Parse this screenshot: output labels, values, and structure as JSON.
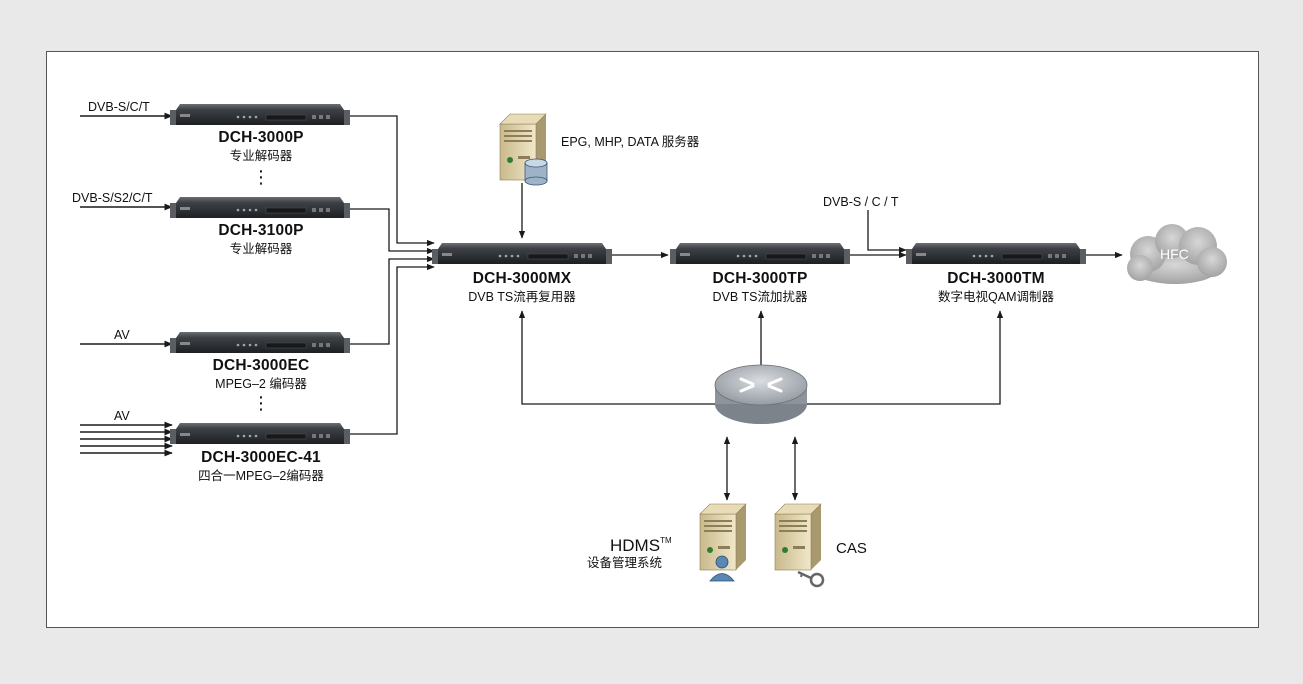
{
  "inputs": {
    "p3000": "DVB-S/C/T",
    "p3100": "DVB-S/S2/C/T",
    "ec": "AV",
    "ec41": "AV",
    "tm": "DVB-S / C / T"
  },
  "devices": {
    "dch3000p": {
      "model": "DCH-3000P",
      "desc": "专业解码器"
    },
    "dch3100p": {
      "model": "DCH-3100P",
      "desc": "专业解码器"
    },
    "dch3000ec": {
      "model": "DCH-3000EC",
      "desc": "MPEG–2 编码器"
    },
    "dch3000ec41": {
      "model": "DCH-3000EC-41",
      "desc": "四合一MPEG–2编码器"
    },
    "dch3000mx": {
      "model": "DCH-3000MX",
      "desc": "DVB TS流再复用器"
    },
    "dch3000tp": {
      "model": "DCH-3000TP",
      "desc": "DVB TS流加扰器"
    },
    "dch3000tm": {
      "model": "DCH-3000TM",
      "desc": "数字电视QAM调制器"
    }
  },
  "servers": {
    "epg": "EPG, MHP, DATA 服务器",
    "hdms": "HDMS",
    "hdms_tm": "TM",
    "hdms_desc": "设备管理系统",
    "cas": "CAS"
  },
  "cloud": "HFC",
  "ellipsis": "⋮",
  "colors": {
    "line": "#1a1a1a",
    "device": "#2c2f33",
    "background": "#e9e9e9"
  }
}
